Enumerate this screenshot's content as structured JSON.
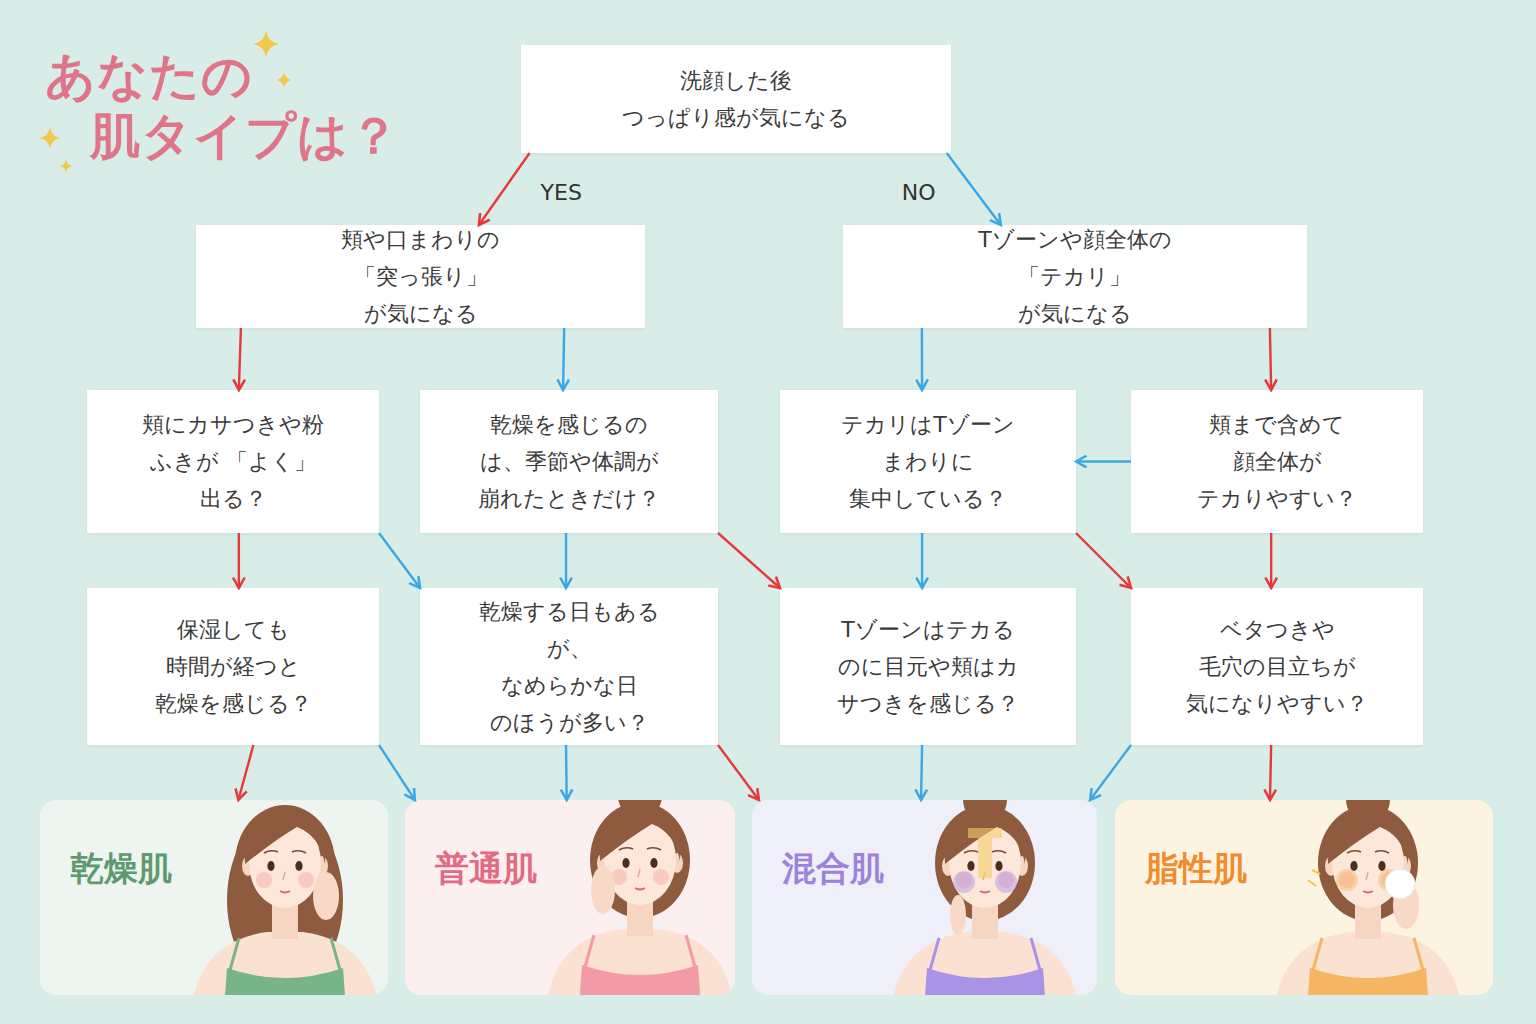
{
  "diagram": {
    "title": "あなたの 肌タイプは？",
    "nodes": [
      {
        "text": [
          "洗顔した後 つっぱり感が気になる"
        ]
      },
      {
        "text": [
          "頬や口まわりの 「突っ張り」が気になる"
        ]
      },
      {
        "text": [
          "Tゾーンや顔全体の 「テカリ」が気になる"
        ]
      },
      {
        "text": [
          "頬にカサつきや粉 ふきが 「よく」出る？"
        ]
      },
      {
        "text": [
          "乾燥を感じるの は、季節や体調が 崩れたときだけ？"
        ]
      },
      {
        "text": [
          "テカリはTゾーン まわりに 集中している？"
        ]
      },
      {
        "text": [
          "頬まで含めて 顔全体が テカりやすい？"
        ]
      },
      {
        "text": [
          "保湿しても 時間が経つと 乾燥を感じる？"
        ]
      },
      {
        "text": [
          "乾燥する日もある が、なめらかな日 のほうが多い？"
        ]
      },
      {
        "text": [
          "Tゾーンはテカる のに目元や頬はカ サつきを感じる？"
        ]
      },
      {
        "text": [
          "ベタつきや 毛穴の目立ちが 気になりやすい？"
        ]
      },
      {
        "text": [
          "乾燥肌"
        ]
      },
      {
        "text": [
          "普通肌"
        ]
      },
      {
        "text": [
          "混合肌"
        ]
      },
      {
        "text": [
          "脂性肌"
        ]
      }
    ],
    "edges": [
      {
        "from": 0,
        "to": 1,
        "label": "YES",
        "arrow": "to"
      },
      {
        "from": 0,
        "to": 2,
        "label": "NO",
        "arrow": "to"
      },
      {
        "from": 1,
        "to": 3,
        "arrow": "to"
      },
      {
        "from": 1,
        "to": 4,
        "arrow": "to"
      },
      {
        "from": 2,
        "to": 5,
        "arrow": "to"
      },
      {
        "from": 2,
        "to": 6,
        "arrow": "to"
      },
      {
        "from": 6,
        "to": 5,
        "arrow": "to"
      },
      {
        "from": 3,
        "to": 7,
        "arrow": "to"
      },
      {
        "from": 3,
        "to": 8,
        "arrow": "to"
      },
      {
        "from": 4,
        "to": 8,
        "arrow": "to"
      },
      {
        "from": 4,
        "to": 9,
        "arrow": "to"
      },
      {
        "from": 5,
        "to": 9,
        "arrow": "to"
      },
      {
        "from": 5,
        "to": 10,
        "arrow": "to"
      },
      {
        "from": 6,
        "to": 10,
        "arrow": "to"
      },
      {
        "from": 7,
        "to": 11,
        "arrow": "to"
      },
      {
        "from": 7,
        "to": 12,
        "arrow": "to"
      },
      {
        "from": 8,
        "to": 12,
        "arrow": "to"
      },
      {
        "from": 8,
        "to": 13,
        "arrow": "to"
      },
      {
        "from": 9,
        "to": 13,
        "arrow": "to"
      },
      {
        "from": 10,
        "to": 13,
        "arrow": "to"
      },
      {
        "from": 10,
        "to": 14,
        "arrow": "to"
      }
    ]
  }
}
